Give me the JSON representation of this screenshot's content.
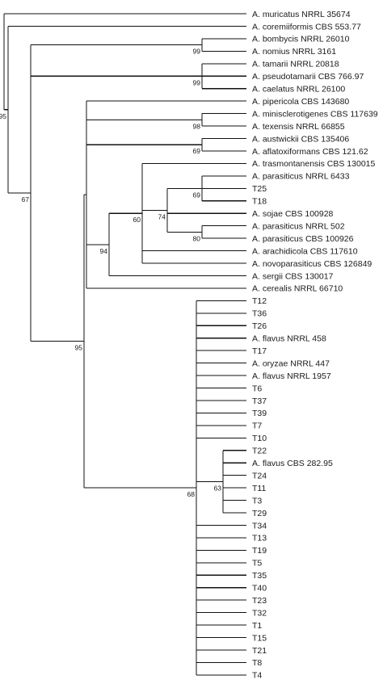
{
  "tree": {
    "leaves": [
      "A. muricatus NRRL 35674",
      "A. coremiiformis CBS 553.77",
      "A. bombycis NRRL 26010",
      "A. nomius NRRL 3161",
      "A. tamarii NRRL 20818",
      "A. pseudotamarii CBS 766.97",
      "A. caelatus NRRL 26100",
      "A. pipericola CBS 143680",
      "A. minisclerotigenes CBS 117639",
      "A. texensis NRRL 66855",
      "A. austwickii CBS 135406",
      "A. aflatoxiformans CBS 121.62",
      "A. trasmontanensis CBS 130015",
      "A. parasiticus NRRL 6433",
      "T25",
      "T18",
      "A. sojae CBS 100928",
      "A. parasiticus NRRL 502",
      "A. parasiticus CBS 100926",
      "A. arachidicola CBS 117610",
      "A. novoparasiticus CBS 126849",
      "A. sergii CBS 130017",
      "A. cerealis NRRL 66710",
      "T12",
      "T36",
      "T26",
      "A. flavus NRRL 458",
      "T17",
      "A. oryzae NRRL 447",
      "A. flavus NRRL 1957",
      "T6",
      "T37",
      "T39",
      "T7",
      "T10",
      "T22",
      "A. flavus CBS 282.95",
      "T24",
      "T11",
      "T3",
      "T29",
      "T34",
      "T13",
      "T19",
      "T5",
      "T35",
      "T40",
      "T23",
      "T32",
      "T1",
      "T15",
      "T21",
      "T8",
      "T4"
    ],
    "support_values": [
      "95",
      "99",
      "99",
      "98",
      "69",
      "69",
      "74",
      "80",
      "60",
      "94",
      "95",
      "67",
      "63",
      "68"
    ],
    "colors": {
      "line": "#111111",
      "text": "#1a1a1a",
      "background": "#ffffff"
    }
  }
}
